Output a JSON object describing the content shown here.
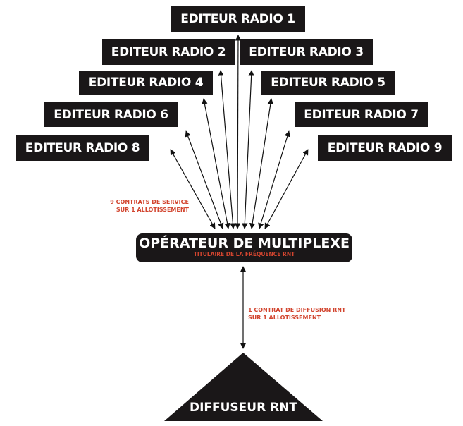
{
  "editors": [
    "EDITEUR RADIO 1",
    "EDITEUR RADIO 2",
    "EDITEUR RADIO 3",
    "EDITEUR RADIO 4",
    "EDITEUR RADIO 5",
    "EDITEUR RADIO 6",
    "EDITEUR RADIO 7",
    "EDITEUR RADIO 8",
    "EDITEUR RADIO 9"
  ],
  "service_note": {
    "line1": "9 CONTRATS DE SERVICE",
    "line2": "SUR 1 ALLOTISSEMENT"
  },
  "operator": {
    "title": "OPÉRATEUR DE MULTIPLEXE",
    "subtitle": "TITULAIRE DE LA FRÉQUENCE RNT"
  },
  "diffusion_note": {
    "line1": "1 CONTRAT DE DIFFUSION RNT",
    "line2": "SUR 1 ALLOTISSEMENT"
  },
  "diffuser": {
    "label": "DIFFUSEUR RNT"
  },
  "colors": {
    "box": "#1a1718",
    "accent": "#d2452f"
  }
}
